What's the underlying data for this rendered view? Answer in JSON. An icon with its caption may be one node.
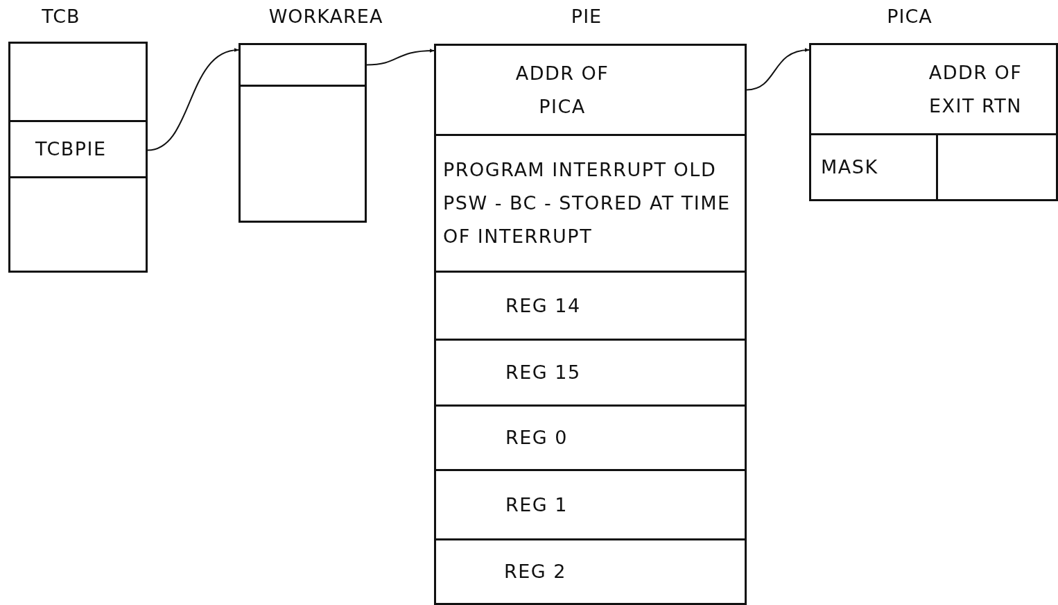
{
  "diagram": {
    "nodes": [
      {
        "text": [
          "TCB"
        ]
      },
      {
        "text": [],
        "shape": "box",
        "in": 0
      },
      {
        "text": [
          "TCBPIE"
        ],
        "in": 0
      },
      {
        "text": [],
        "shape": "box",
        "in": 0
      },
      {
        "text": [
          "WORKAREA"
        ]
      },
      {
        "text": [],
        "shape": "box",
        "in": 4
      },
      {
        "text": [],
        "shape": "box",
        "in": 4
      },
      {
        "text": [
          "PIE"
        ]
      },
      {
        "text": [
          "ADDR OF PICA"
        ],
        "in": 7
      },
      {
        "text": [
          "PROGRAM INTERRUPT OLD PSW - BC - STORED AT TIME OF INTERRUPT"
        ],
        "in": 7
      },
      {
        "text": [
          "REG 14"
        ],
        "in": 7
      },
      {
        "text": [
          "REG 15"
        ],
        "in": 7
      },
      {
        "text": [
          "REG 0"
        ],
        "in": 7
      },
      {
        "text": [
          "REG 1"
        ],
        "in": 7
      },
      {
        "text": [
          "REG 2"
        ],
        "in": 7
      },
      {
        "text": [
          "PICA"
        ]
      },
      {
        "text": [
          "ADDR OF EXIT RTN"
        ],
        "in": 15
      },
      {
        "text": [
          "MASK"
        ],
        "in": 15
      },
      {
        "text": [],
        "shape": "box",
        "in": 15
      }
    ],
    "edges": [
      {
        "from": 2,
        "to": 4,
        "arrow": "to"
      },
      {
        "from": 5,
        "to": 7,
        "arrow": "to"
      },
      {
        "from": 8,
        "to": 15,
        "arrow": "to"
      }
    ]
  }
}
